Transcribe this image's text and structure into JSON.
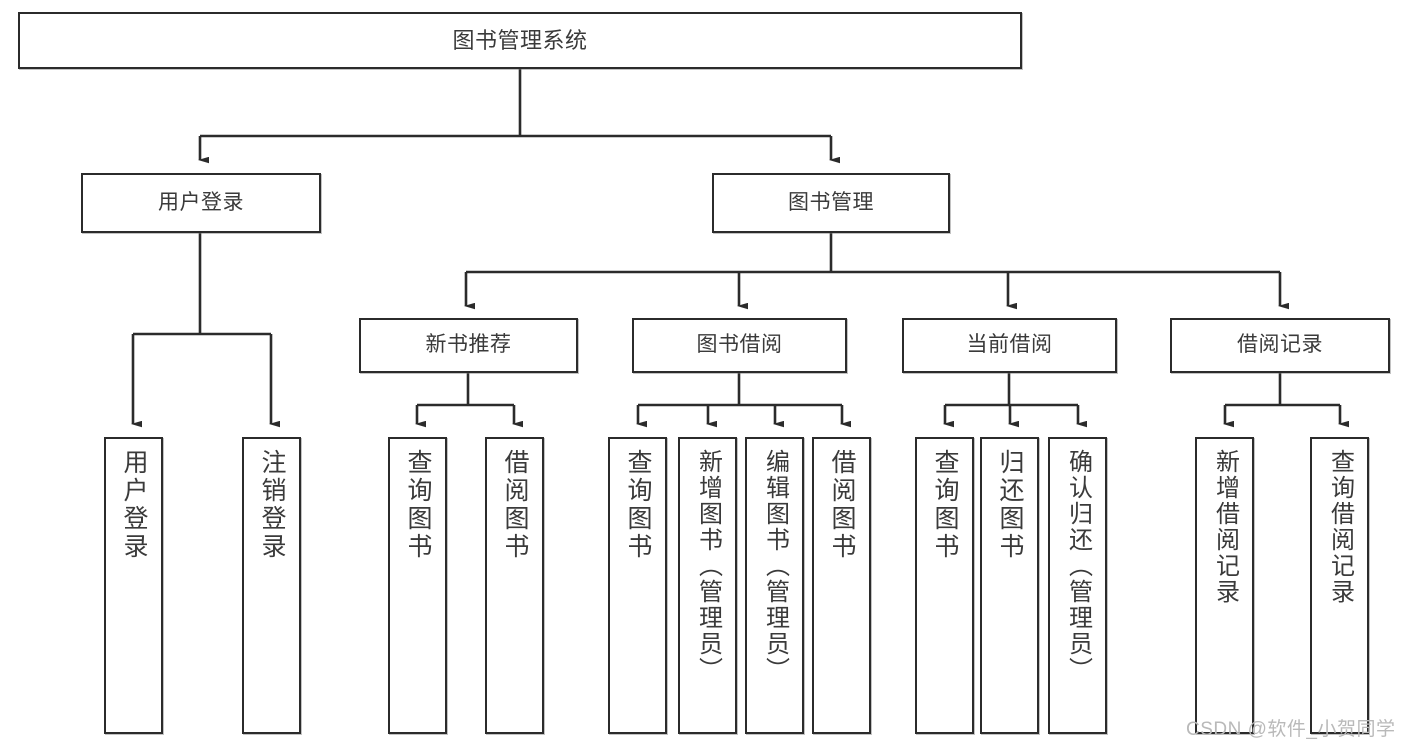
{
  "diagram": {
    "title": "图书管理系统",
    "type": "hierarchy-tree",
    "root": {
      "label": "图书管理系统"
    },
    "level2": [
      {
        "label": "用户登录"
      },
      {
        "label": "图书管理"
      }
    ],
    "level3": [
      {
        "label": "新书推荐"
      },
      {
        "label": "图书借阅"
      },
      {
        "label": "当前借阅"
      },
      {
        "label": "借阅记录"
      }
    ],
    "leaves": {
      "user_login": [
        {
          "label": "用户登录"
        },
        {
          "label": "注销登录"
        }
      ],
      "new_book_recommend": [
        {
          "label": "查询图书"
        },
        {
          "label": "借阅图书"
        }
      ],
      "book_borrow": [
        {
          "label": "查询图书"
        },
        {
          "label": "新增图书（管理员）"
        },
        {
          "label": "编辑图书（管理员）"
        },
        {
          "label": "借阅图书"
        }
      ],
      "current_borrow": [
        {
          "label": "查询图书"
        },
        {
          "label": "归还图书"
        },
        {
          "label": "确认归还（管理员）"
        }
      ],
      "borrow_record": [
        {
          "label": "新增借阅记录"
        },
        {
          "label": "查询借阅记录"
        }
      ]
    }
  },
  "watermark": {
    "text": "CSDN @软件_小贺同学"
  },
  "colors": {
    "border": "#2b2b2b",
    "text": "#3a3a3a",
    "background": "#ffffff",
    "connector": "#2b2b2b",
    "watermark": "#b9b9b9"
  }
}
